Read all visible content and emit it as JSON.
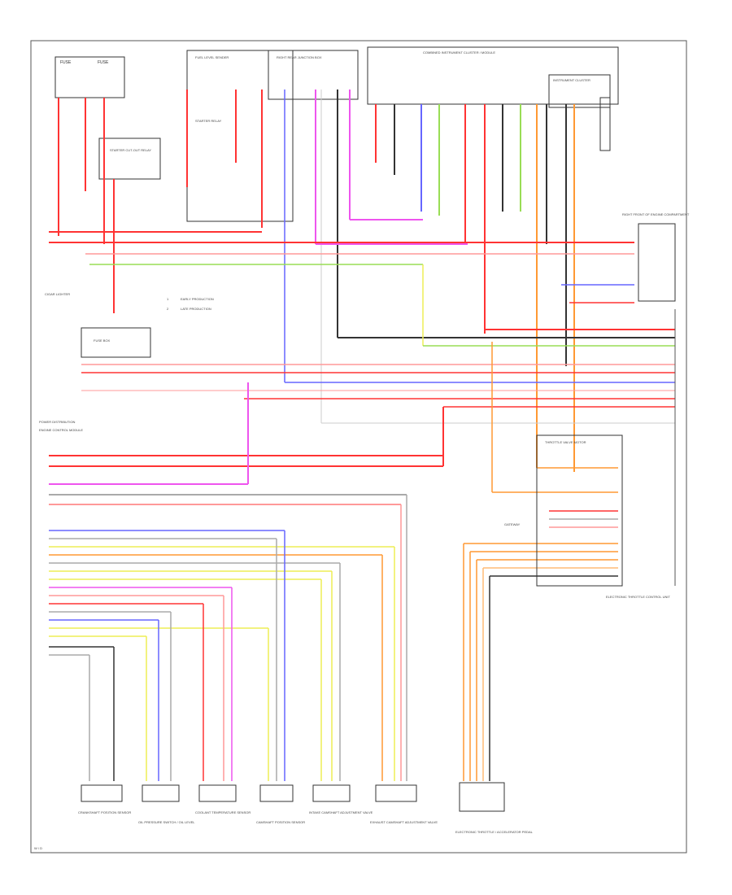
{
  "diagram": {
    "colors": {
      "red": "#ff3333",
      "pink": "#ff9999",
      "orange": "#ff9933",
      "yellow": "#eeee55",
      "green": "#99dd55",
      "blue": "#6666ff",
      "violet": "#ee55ee",
      "black": "#333333",
      "gray": "#aaaaaa",
      "teal": "#44aaaa"
    },
    "legend": {
      "item1": "1",
      "item1_text": "EARLY PRODUCTION",
      "item2": "2",
      "item2_text": "LATE PRODUCTION"
    },
    "top_labels": {
      "fuse_a": "FUSE",
      "fuse_b": "FUSE",
      "relay_1": "STARTER CUT-OUT RELAY",
      "relay_2": "STARTER RELAY",
      "fuel_level": "FUEL LEVEL SENDER",
      "right_rear_jb": "RIGHT REAR JUNCTION BOX",
      "module_top": "COMBINED INSTRUMENT CLUSTER / MODULE",
      "cluster_label": "INSTRUMENT CLUSTER"
    },
    "left_labels": {
      "cigar": "CIGAR LIGHTER",
      "jb_top": "POWER DISTRIBUTION",
      "fuse_box": "FUSE BOX",
      "engine_ctrl": "ENGINE CONTROL MODULE"
    },
    "bottom_components": [
      {
        "label": "CRANKSHAFT POSITION SENSOR"
      },
      {
        "label": "OIL PRESSURE SWITCH / OIL LEVEL"
      },
      {
        "label": "COOLANT TEMPERATURE SENSOR"
      },
      {
        "label": "CAMSHAFT POSITION SENSOR"
      },
      {
        "label": "INTAKE CAMSHAFT ADJUSTMENT VALVE"
      },
      {
        "label": "EXHAUST CAMSHAFT ADJUSTMENT VALVE"
      },
      {
        "label": "ELECTRONIC THROTTLE / ACCELERATOR PEDAL"
      }
    ],
    "right_components": {
      "right_front": "RIGHT FRONT OF ENGINE COMPARTMENT",
      "throttle": "ELECTRONIC THROTTLE CONTROL UNIT",
      "motor": "THROTTLE VALVE MOTOR",
      "gateway": "GATEWAY"
    },
    "page_ref": "W / D"
  }
}
